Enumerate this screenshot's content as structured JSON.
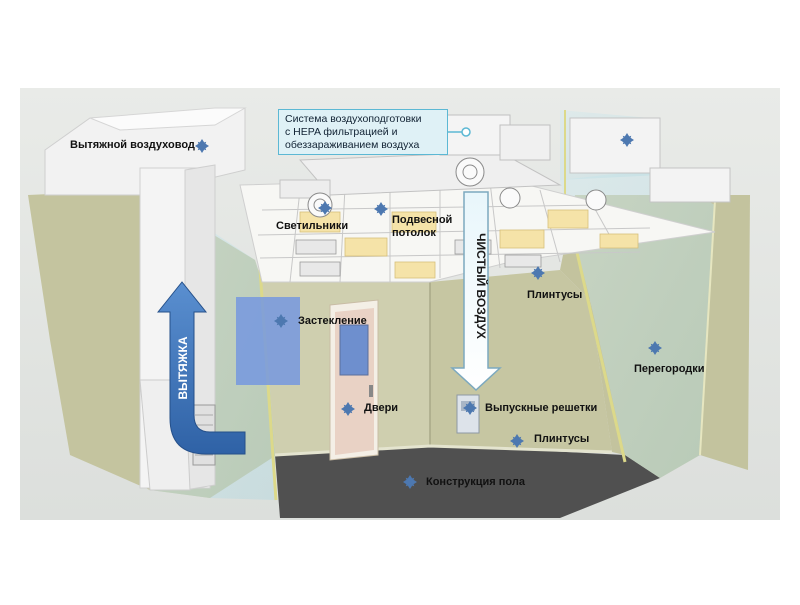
{
  "labels": {
    "exhaust_duct": "Вытяжной воздуховод",
    "lights": "Светильники",
    "ceiling_line1": "Подвесной",
    "ceiling_line2": "потолок",
    "plinths_upper": "Плинтусы",
    "glazing": "Застекление",
    "partitions": "Перегородки",
    "doors": "Двери",
    "outlet_grilles": "Выпускные решетки",
    "plinths_lower": "Плинтусы",
    "floor": "Конструкция пола"
  },
  "callout": {
    "line1": "Система воздухоподготовки",
    "line2": "с HEPA фильтрацией и",
    "line3": "обеззараживанием воздуха"
  },
  "arrows": {
    "exhaust": "ВЫТЯЖКА",
    "clean_air": "ЧИСТЫЙ ВОЗДУХ"
  },
  "colors": {
    "wall": "#c9c9a8",
    "floor": "#4f4f4f",
    "glass": "#b9dde6",
    "duct": "#f2f2f2",
    "exhaust_arrow": "#3a6fb4",
    "marker": "#4d78b0",
    "callout_border": "#5cb8d4"
  }
}
